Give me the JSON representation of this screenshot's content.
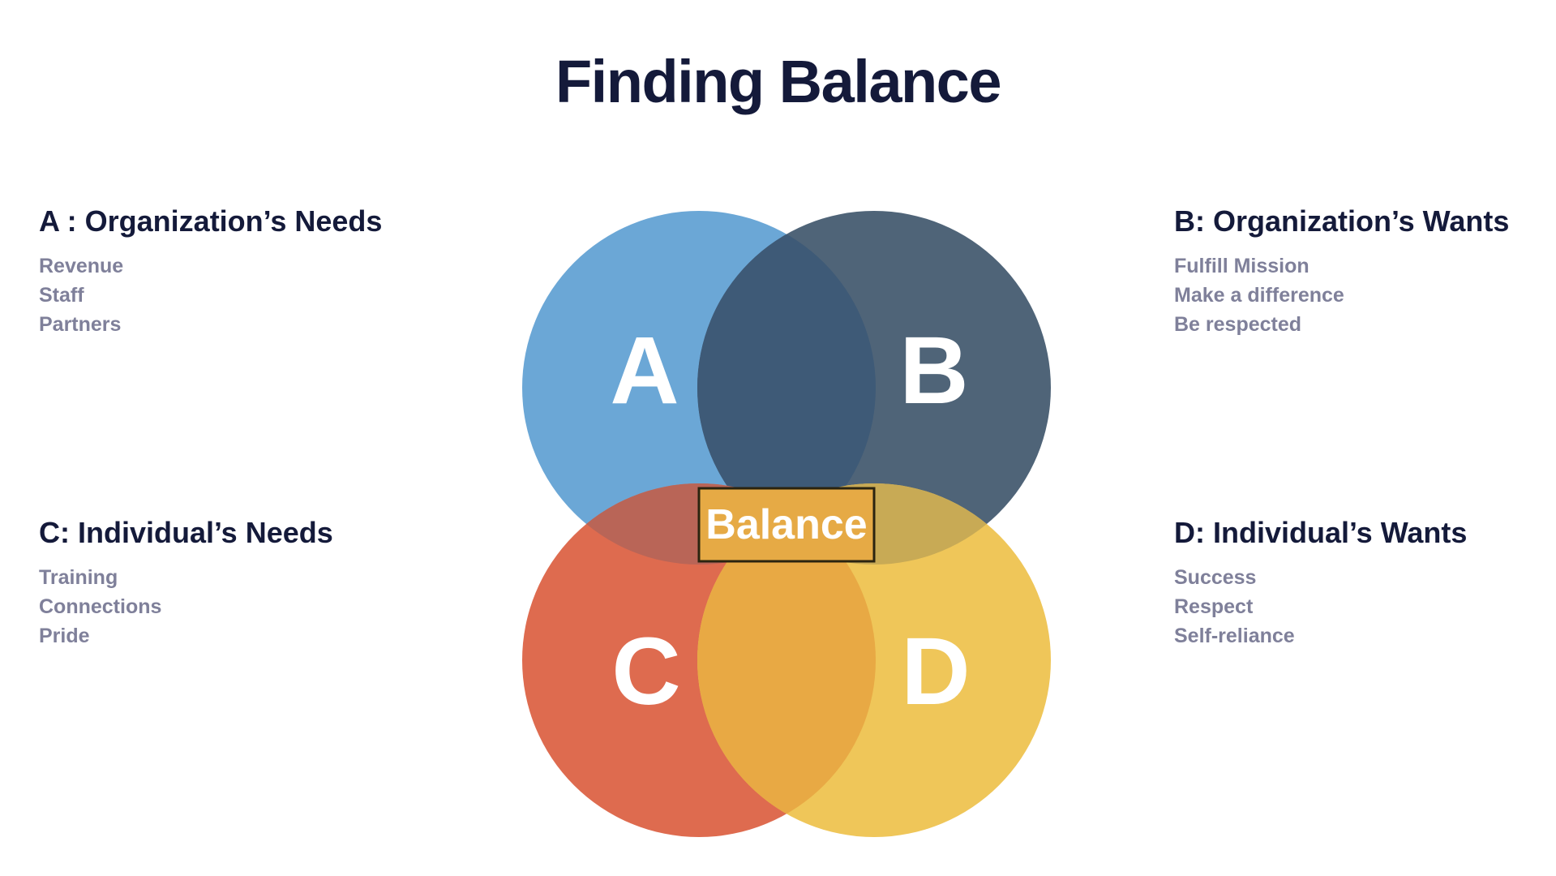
{
  "title": "Finding Balance",
  "panels": {
    "a": {
      "heading": "A : Organization’s Needs",
      "items": [
        "Revenue",
        "Staff",
        "Partners"
      ]
    },
    "b": {
      "heading": "B: Organization’s Wants",
      "items": [
        "Fulfill Mission",
        "Make a difference",
        "Be respected"
      ]
    },
    "c": {
      "heading": "C: Individual’s Needs",
      "items": [
        "Training",
        "Connections",
        "Pride"
      ]
    },
    "d": {
      "heading": "D: Individual’s Wants",
      "items": [
        "Success",
        "Respect",
        "Self-reliance"
      ]
    }
  },
  "diagram": {
    "circles": {
      "a": {
        "letter": "A",
        "color": "#6ba7d6"
      },
      "b": {
        "letter": "B",
        "color": "#4f6478"
      },
      "c": {
        "letter": "C",
        "color": "#de6b4f"
      },
      "d": {
        "letter": "D",
        "color": "#efc659"
      }
    },
    "center_label": "Balance",
    "center_box_border_color": "#2b2410"
  }
}
